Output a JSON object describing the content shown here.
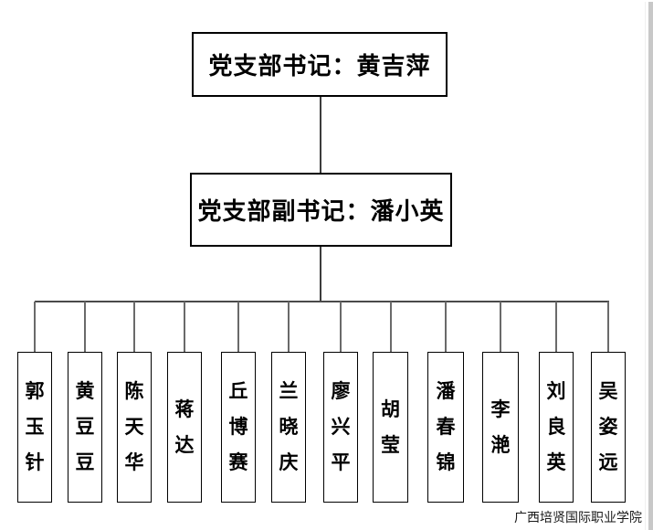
{
  "diagram": {
    "secretary_box": {
      "label": "党支部书记：黄吉萍"
    },
    "deputy_box": {
      "label": "党支部副书记：潘小英"
    },
    "members": [
      "郭玉针",
      "黄豆豆",
      "陈天华",
      "蒋达",
      "丘博赛",
      "兰晓庆",
      "廖兴平",
      "胡莹",
      "潘春锦",
      "李滟",
      "刘良英",
      "吴姿远"
    ],
    "footer": "广西培贤国际职业学院",
    "colors": {
      "box_border": "#000000",
      "connector": "#4a4a4a",
      "page_edge": "#c8c8c8",
      "background": "#ffffff"
    }
  }
}
